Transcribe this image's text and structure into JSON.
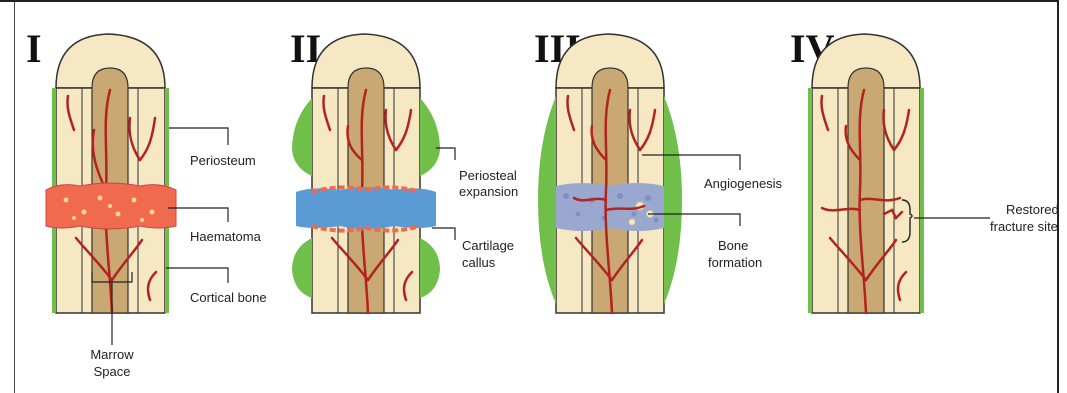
{
  "stages": [
    {
      "numeral": "I",
      "labels": {
        "periosteum": "Periosteum",
        "haematoma": "Haematoma",
        "cortical_bone": "Cortical bone",
        "marrow_space_1": "Marrow",
        "marrow_space_2": "Space"
      }
    },
    {
      "numeral": "II",
      "labels": {
        "periosteal_expansion_1": "Periosteal",
        "periosteal_expansion_2": "expansion",
        "cartilage_callus_1": "Cartilage",
        "cartilage_callus_2": "callus"
      }
    },
    {
      "numeral": "III",
      "labels": {
        "angiogenesis": "Angiogenesis",
        "bone_formation_1": "Bone",
        "bone_formation_2": "formation"
      }
    },
    {
      "numeral": "IV",
      "labels": {
        "restored_fracture_site_1": "Restored",
        "restored_fracture_site_2": "fracture site"
      }
    }
  ],
  "colors": {
    "bone": "#f6e8c3",
    "bone_outline": "#333333",
    "marrow": "#c9a873",
    "vessel": "#b3241f",
    "periosteum": "#6fbf4a",
    "haematoma": "#ef6a4f",
    "haematoma_dots": "#f4d88a",
    "cartilage": "#5b9bd5",
    "bone_formation": "#9aa7cf"
  }
}
